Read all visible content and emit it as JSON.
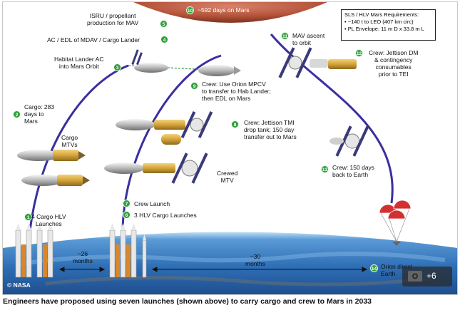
{
  "requirements": {
    "title": "SLS / HLV Mars Requirements:",
    "items": [
      "• ~140 t to LEO (407 km circ)",
      "• PL Envelope: 11 m D x 33.8 m L"
    ]
  },
  "steps": [
    {
      "num": "1",
      "label": "4 Cargo HLV\nLaunches"
    },
    {
      "num": "2",
      "label": "Cargo: 283\ndays to\nMars"
    },
    {
      "num": "3",
      "label": "Habitat Lander AC\ninto Mars Orbit"
    },
    {
      "num": "4",
      "label": "AC / EDL of MDAV / Cargo Lander"
    },
    {
      "num": "5",
      "label": "ISRU / propellant\nproduction for MAV"
    },
    {
      "num": "6",
      "label": "3 HLV Cargo Launches"
    },
    {
      "num": "7",
      "label": "Crew Launch"
    },
    {
      "num": "8",
      "label": "Crew: Jettison TMI\ndrop tank; 150 day\ntransfer out to Mars"
    },
    {
      "num": "9",
      "label": "Crew: Use Orion MPCV\nto transfer to Hab Lander;\nthen EDL on Mars"
    },
    {
      "num": "10",
      "label": "~592 days on Mars"
    },
    {
      "num": "11",
      "label": "MAV ascent\nto orbit"
    },
    {
      "num": "12",
      "label": "Crew: Jettison DM\n& contingency\nconsumables\nprior to TEI"
    },
    {
      "num": "13",
      "label": "Crew: 150 days\nback to Earth"
    },
    {
      "num": "14",
      "label": "Orion direct\nEarth"
    }
  ],
  "labels": {
    "cargo_mtvs": "Cargo\nMTVs",
    "crewed_mtv": "Crewed\nMTV",
    "gap_26": "~26\nmonths",
    "gap_30": "~30\nmonths",
    "credit": "© NASA",
    "gallery_count": "+6"
  },
  "caption": "Engineers have proposed using seven launches (shown above) to carry cargo and crew to Mars in 2033",
  "colors": {
    "trajectory": "#3a2f9e",
    "badge": "#2fa03a",
    "mars": "#b5523a",
    "earth": "#3f7fc4",
    "space": "#ffffff",
    "transfer_line": "#2fa03a"
  }
}
